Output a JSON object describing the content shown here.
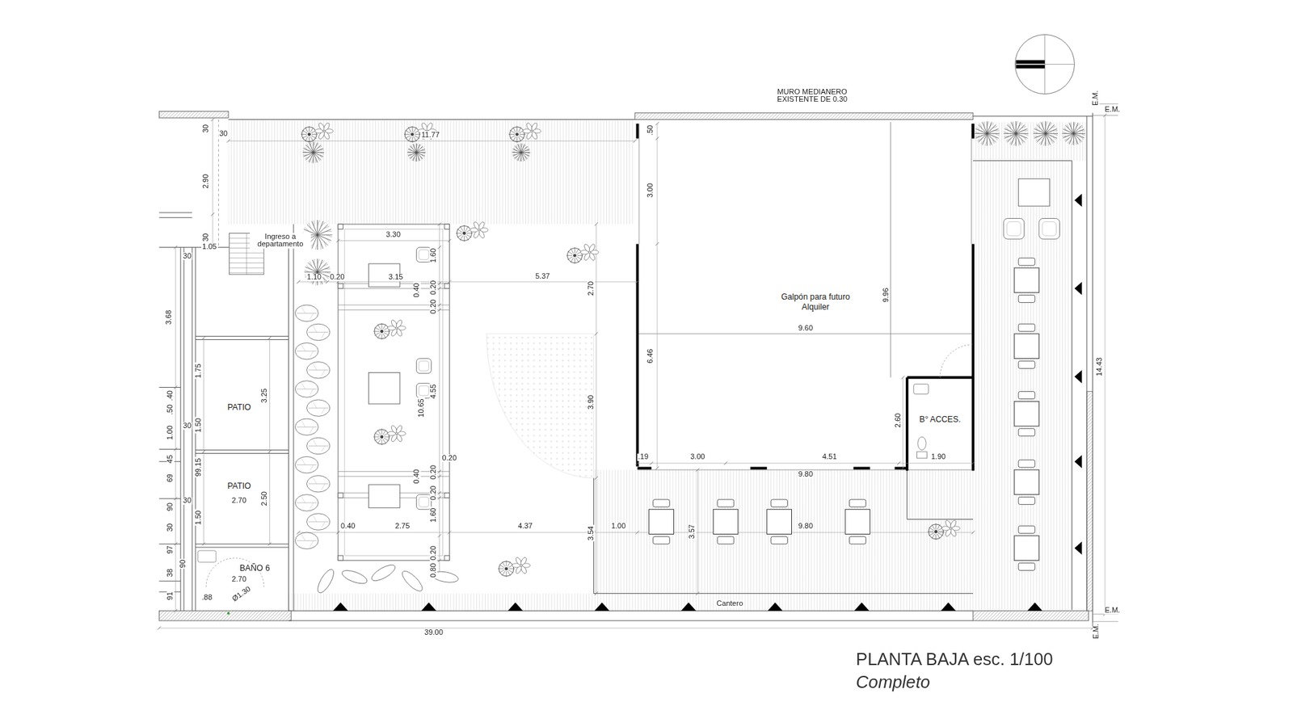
{
  "diagram": {
    "title": "PLANTA BAJA esc. 1/100",
    "caption": "Completo",
    "nodes": [
      {
        "text": [
          "Galpón para futuro Alquiler"
        ]
      },
      {
        "text": [
          "B° ACCES."
        ],
        "in": 0
      },
      {
        "text": [
          "PATIO"
        ]
      },
      {
        "text": [
          "PATIO"
        ]
      },
      {
        "text": [
          "BAÑO 6"
        ]
      }
    ],
    "labels": [
      "MURO MEDIANERO EXISTENTE DE 0.30",
      "E.M.",
      "E.M.",
      "30",
      "30",
      "11.77",
      ".50",
      "2.90",
      "3.00",
      "30",
      "1.05",
      "Ingreso a departamento",
      "3.30",
      "30",
      "1.10",
      "0.20",
      "3.15",
      "1.60",
      "5.37",
      "2.70",
      "0.40",
      "0.20",
      "0.20",
      "3.68",
      "9.96",
      "9.60",
      "6.46",
      "1.75",
      "3.25",
      ".50",
      ".40",
      "1.00",
      "30",
      "1.50",
      "10.65",
      "4.55",
      "3.90",
      "2.60",
      "0.20",
      "45",
      "99.15",
      "69",
      "2.70",
      "2.50",
      ".19",
      "3.00",
      "4.51",
      "1.90",
      "9.80",
      "0.40",
      "0.20",
      "0.20",
      "1.60",
      "90",
      "30",
      "1.50",
      "30",
      "0.40",
      "2.75",
      "4.37",
      "3.54",
      "1.00",
      "3.57",
      "9.80",
      "97",
      "90",
      "38",
      "0.20",
      "0.80",
      "2.70",
      "Ø1.30",
      ".88",
      "91",
      "Cantero",
      "39.00",
      "14.43",
      "E.M.",
      "E.M."
    ]
  }
}
